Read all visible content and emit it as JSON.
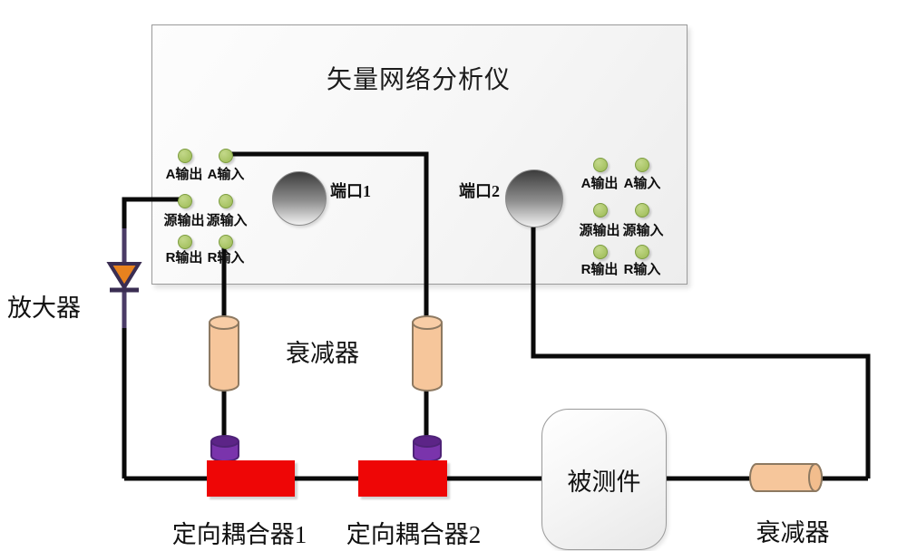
{
  "analyzer": {
    "title": "矢量网络分析仪",
    "port1_label": "端口1",
    "port2_label": "端口2",
    "led_groups": {
      "left": [
        {
          "out": "A输出",
          "in": "A输入"
        },
        {
          "out": "源输出",
          "in": "源输入"
        },
        {
          "out": "R输出",
          "in": "R输入"
        }
      ],
      "right": [
        {
          "out": "A输出",
          "in": "A输入"
        },
        {
          "out": "源输出",
          "in": "源输入"
        },
        {
          "out": "R输出",
          "in": "R输入"
        }
      ]
    }
  },
  "labels": {
    "amplifier": "放大器",
    "attenuator_middle": "衰减器",
    "coupler1": "定向耦合器1",
    "coupler2": "定向耦合器2",
    "dut": "被测件",
    "attenuator_right": "衰减器"
  },
  "colors": {
    "wire": "#0a0a0a",
    "led_green": "#a6c263",
    "coupler_red": "#ee0606",
    "connector_purple": "#7a34ac",
    "cylinder_peach": "#f6c69b",
    "diode_orange": "#e8821e",
    "diode_outline": "#3a2d52"
  }
}
